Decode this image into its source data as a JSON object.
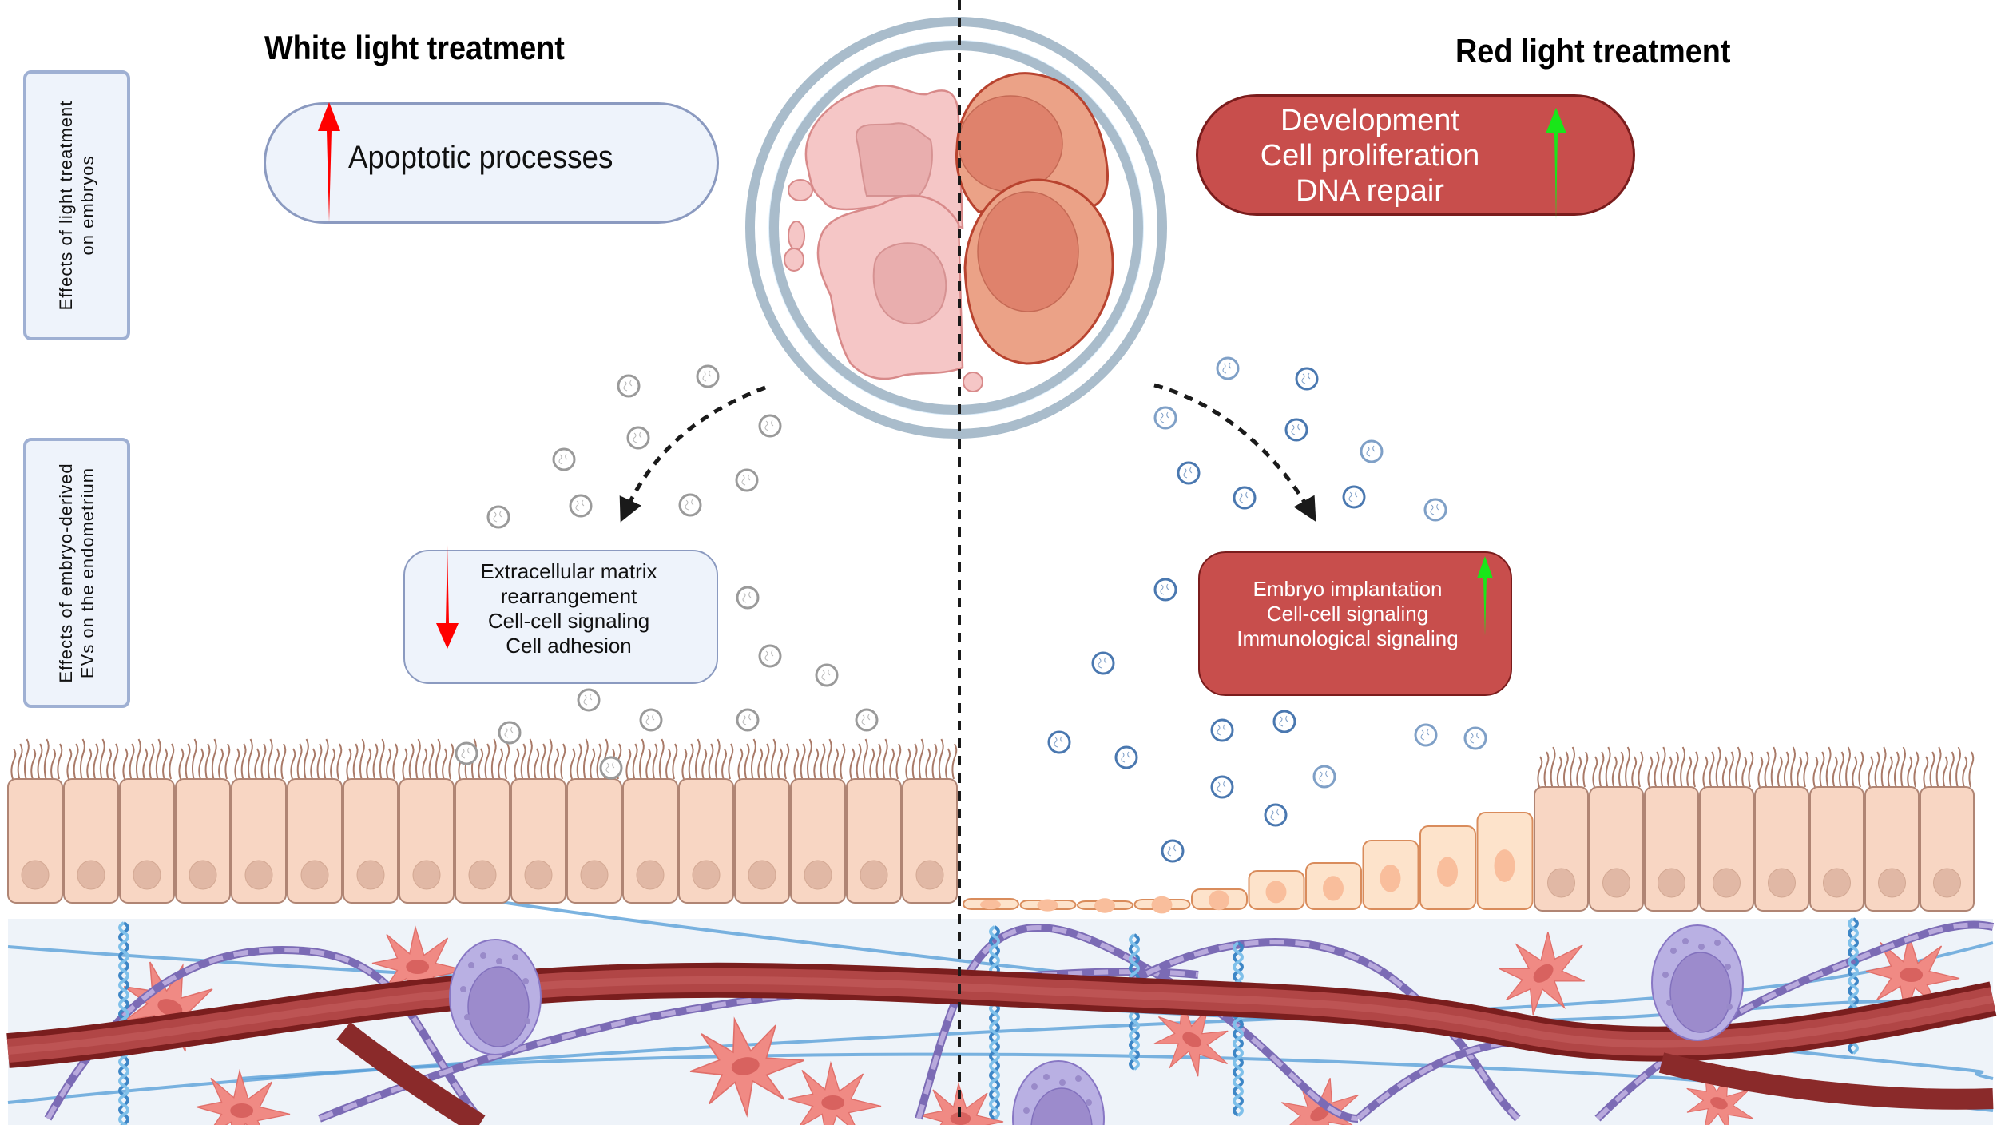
{
  "figure": {
    "left_panel_title": "White light treatment",
    "right_panel_title": "Red light treatment",
    "row_labels": [
      {
        "line1": "Effects of light treatment",
        "line2": "on embryos"
      },
      {
        "line1": "Effects of embryo-derived",
        "line2": "EVs on the endometrium"
      }
    ]
  },
  "white_light": {
    "embryo_effects": {
      "direction": "up",
      "arrow_color": "#ff0000",
      "items": [
        "Apoptotic processes"
      ]
    },
    "endometrium_effects": {
      "direction": "down",
      "arrow_color": "#ff0000",
      "items": [
        "Extracellular matrix",
        "rearrangement",
        "Cell-cell signaling",
        "Cell adhesion"
      ]
    },
    "vesicle_color": "#9a9a9a"
  },
  "red_light": {
    "embryo_effects": {
      "direction": "up",
      "arrow_color": "#19e619",
      "items": [
        "Development",
        "Cell proliferation",
        "DNA repair"
      ]
    },
    "endometrium_effects": {
      "direction": "up",
      "arrow_color": "#19e619",
      "items": [
        "Embryo implantation",
        "Cell-cell signaling",
        "Immunological signaling"
      ]
    },
    "vesicle_color": "#4a78b0"
  },
  "colors": {
    "white_box_fill": "#eef3fb",
    "red_box_fill": "#c84e4c",
    "zona_ring": "#a9bccb",
    "degenerating_blastomere": "#f5c6c6",
    "healthy_blastomere": "#eba287",
    "epithelium": "#f8d6c3",
    "vessel": "#a43a3a"
  }
}
